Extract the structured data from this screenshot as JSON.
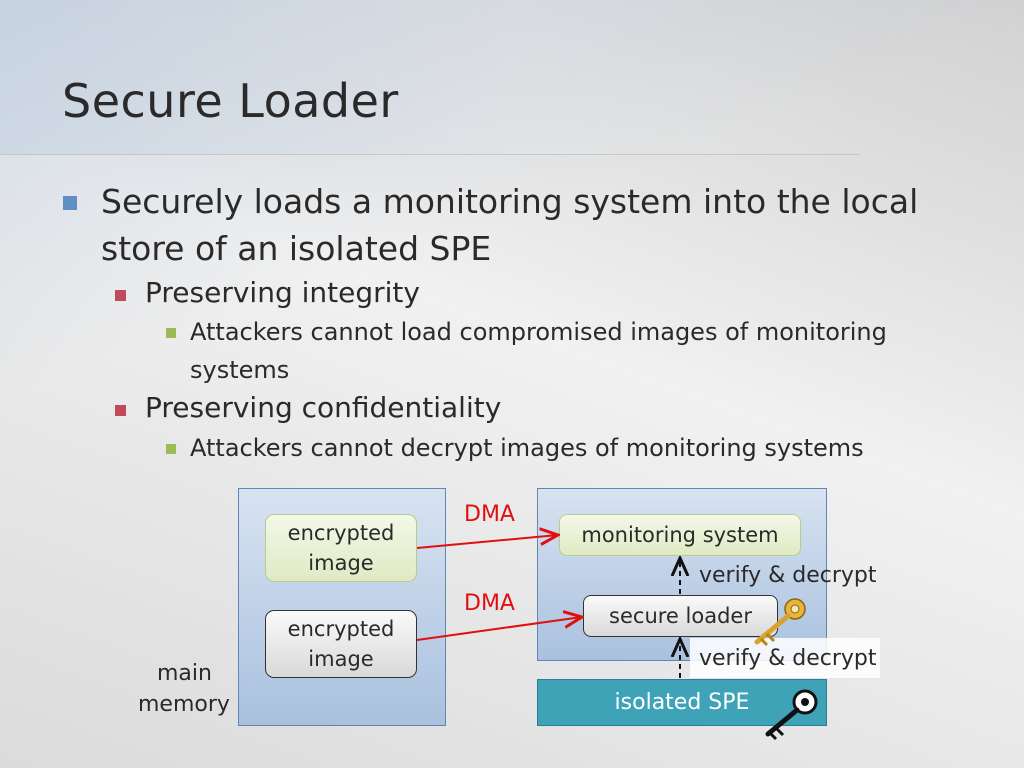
{
  "slide": {
    "title": "Secure Loader",
    "bullets": {
      "main_line1": "Securely loads a monitoring system into the local",
      "main_line2": "store of an isolated SPE",
      "sub1": "Preserving integrity",
      "sub1_detail_line1": "Attackers cannot load compromised images of monitoring",
      "sub1_detail_line2": "systems",
      "sub2": "Preserving confidentiality",
      "sub2_detail": "Attackers cannot decrypt images of monitoring systems"
    }
  },
  "diagram": {
    "main_memory_line1": "main",
    "main_memory_line2": "memory",
    "enc_image_top_line1": "encrypted",
    "enc_image_top_line2": "image",
    "enc_image_bottom_line1": "encrypted",
    "enc_image_bottom_line2": "image",
    "dma_top": "DMA",
    "dma_bottom": "DMA",
    "monitoring_system": "monitoring system",
    "secure_loader": "secure loader",
    "verify_decrypt_top": "verify & decrypt",
    "verify_decrypt_bottom": "verify & decrypt",
    "isolated_spe": "isolated SPE",
    "icons": [
      "gold-key-icon",
      "black-key-icon"
    ],
    "colors": {
      "arrow": "#e01010",
      "spe": "#3fa3b8",
      "bullet_level1": "#5e8ec4",
      "bullet_level2": "#c14a59",
      "bullet_level3": "#9bbb59"
    }
  }
}
